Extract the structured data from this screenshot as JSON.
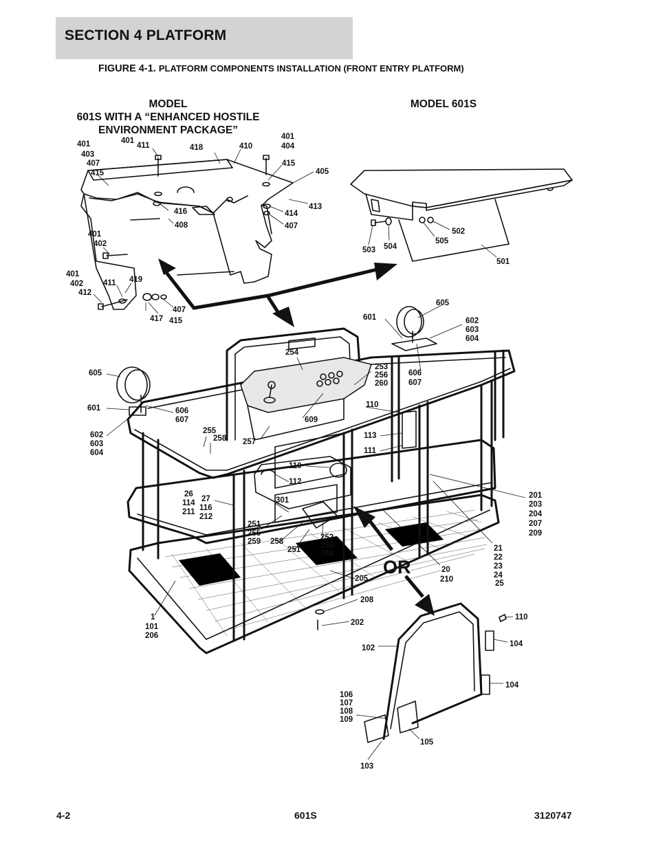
{
  "header": {
    "section": "SECTION 4   PLATFORM",
    "figure_number": "FIGURE 4-1.",
    "figure_caption": "PLATFORM COMPONENTS INSTALLATION (FRONT ENTRY PLATFORM)"
  },
  "views": {
    "left_heading": [
      "MODEL",
      "601S WITH A “ENHANCED HOSTILE",
      "ENVIRONMENT PACKAGE”"
    ],
    "right_heading": "MODEL 601S",
    "or_text": "OR"
  },
  "callouts": {
    "c401a": "401",
    "c403": "403",
    "c407a": "407",
    "c415a": "415",
    "c401b": "401",
    "c411a": "411",
    "c418": "418",
    "c410": "410",
    "c401c": "401",
    "c404": "404",
    "c415b": "415",
    "c405": "405",
    "c413": "413",
    "c416": "416",
    "c408": "408",
    "c414": "414",
    "c407b": "407",
    "c401d": "401",
    "c402a": "402",
    "c401e": "401",
    "c402b": "402",
    "c412": "412",
    "c411b": "411",
    "c419": "419",
    "c417": "417",
    "c415c": "415",
    "c407c": "407",
    "c503": "503",
    "c504": "504",
    "c502": "502",
    "c505": "505",
    "c501": "501",
    "c605a": "605",
    "c601a": "601",
    "c602a": "602",
    "c603a": "603",
    "c604a": "604",
    "c606a": "606",
    "c607a": "607",
    "c254": "254",
    "c253": "253",
    "c256": "256",
    "c260": "260",
    "c605b": "605",
    "c601b": "601",
    "c602b": "602",
    "c603b": "603",
    "c604b": "604",
    "c606b": "606",
    "c607b": "607",
    "c609": "609",
    "c110a": "110",
    "c113": "113",
    "c111": "111",
    "c255a": "255",
    "c258a": "258",
    "c257": "257",
    "c110b": "110",
    "c112": "112",
    "c26": "26",
    "c114": "114",
    "c211": "211",
    "c27": "27",
    "c116": "116",
    "c212": "212",
    "c301": "301",
    "c251a": "251",
    "c255b": "255",
    "c259": "259",
    "c258b": "258",
    "c251b": "251",
    "c252": "252",
    "c255c": "255",
    "c258c": "258",
    "c201": "201",
    "c203": "203",
    "c204": "204",
    "c207": "207",
    "c209": "209",
    "c21": "21",
    "c22": "22",
    "c23": "23",
    "c24": "24",
    "c25": "25",
    "c20": "20",
    "c210": "210",
    "c205": "205",
    "c208": "208",
    "c202": "202",
    "c1": "1",
    "c101": "101",
    "c206": "206",
    "c110c": "110",
    "c102": "102",
    "c104a": "104",
    "c104b": "104",
    "c106": "106",
    "c107": "107",
    "c108": "108",
    "c109": "109",
    "c105": "105",
    "c103": "103"
  },
  "footer": {
    "page": "4-2",
    "model": "601S",
    "doc_number": "3120747"
  }
}
